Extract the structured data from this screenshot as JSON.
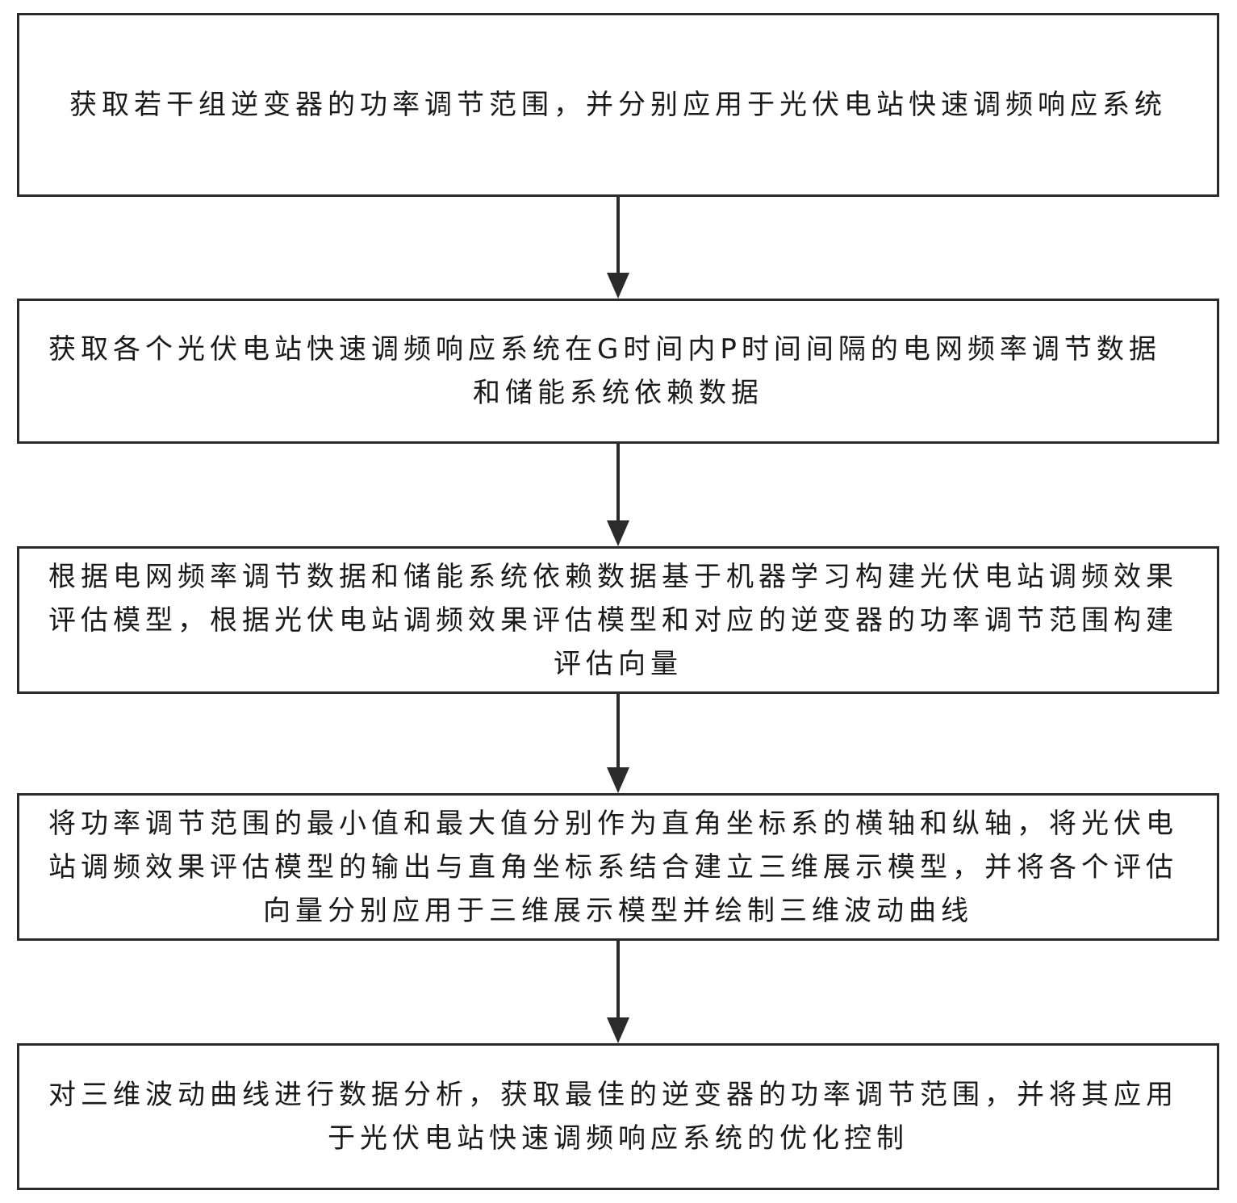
{
  "flowchart": {
    "steps": [
      {
        "text": "获取若干组逆变器的功率调节范围，并分别应用于光伏电站快速调频响应系统"
      },
      {
        "text": "获取各个光伏电站快速调频响应系统在G时间内P时间间隔的电网频率调节数据和储能系统依赖数据"
      },
      {
        "text": "根据电网频率调节数据和储能系统依赖数据基于机器学习构建光伏电站调频效果评估模型，根据光伏电站调频效果评估模型和对应的逆变器的功率调节范围构建评估向量"
      },
      {
        "text": "将功率调节范围的最小值和最大值分别作为直角坐标系的横轴和纵轴，将光伏电站调频效果评估模型的输出与直角坐标系结合建立三维展示模型，并将各个评估向量分别应用于三维展示模型并绘制三维波动曲线"
      },
      {
        "text": "对三维波动曲线进行数据分析，获取最佳的逆变器的功率调节范围，并将其应用于光伏电站快速调频响应系统的优化控制"
      }
    ],
    "colors": {
      "border": "#2b2b2b",
      "arrow": "#2b2b2b",
      "text": "#1a1a1a",
      "background": "#ffffff"
    }
  }
}
